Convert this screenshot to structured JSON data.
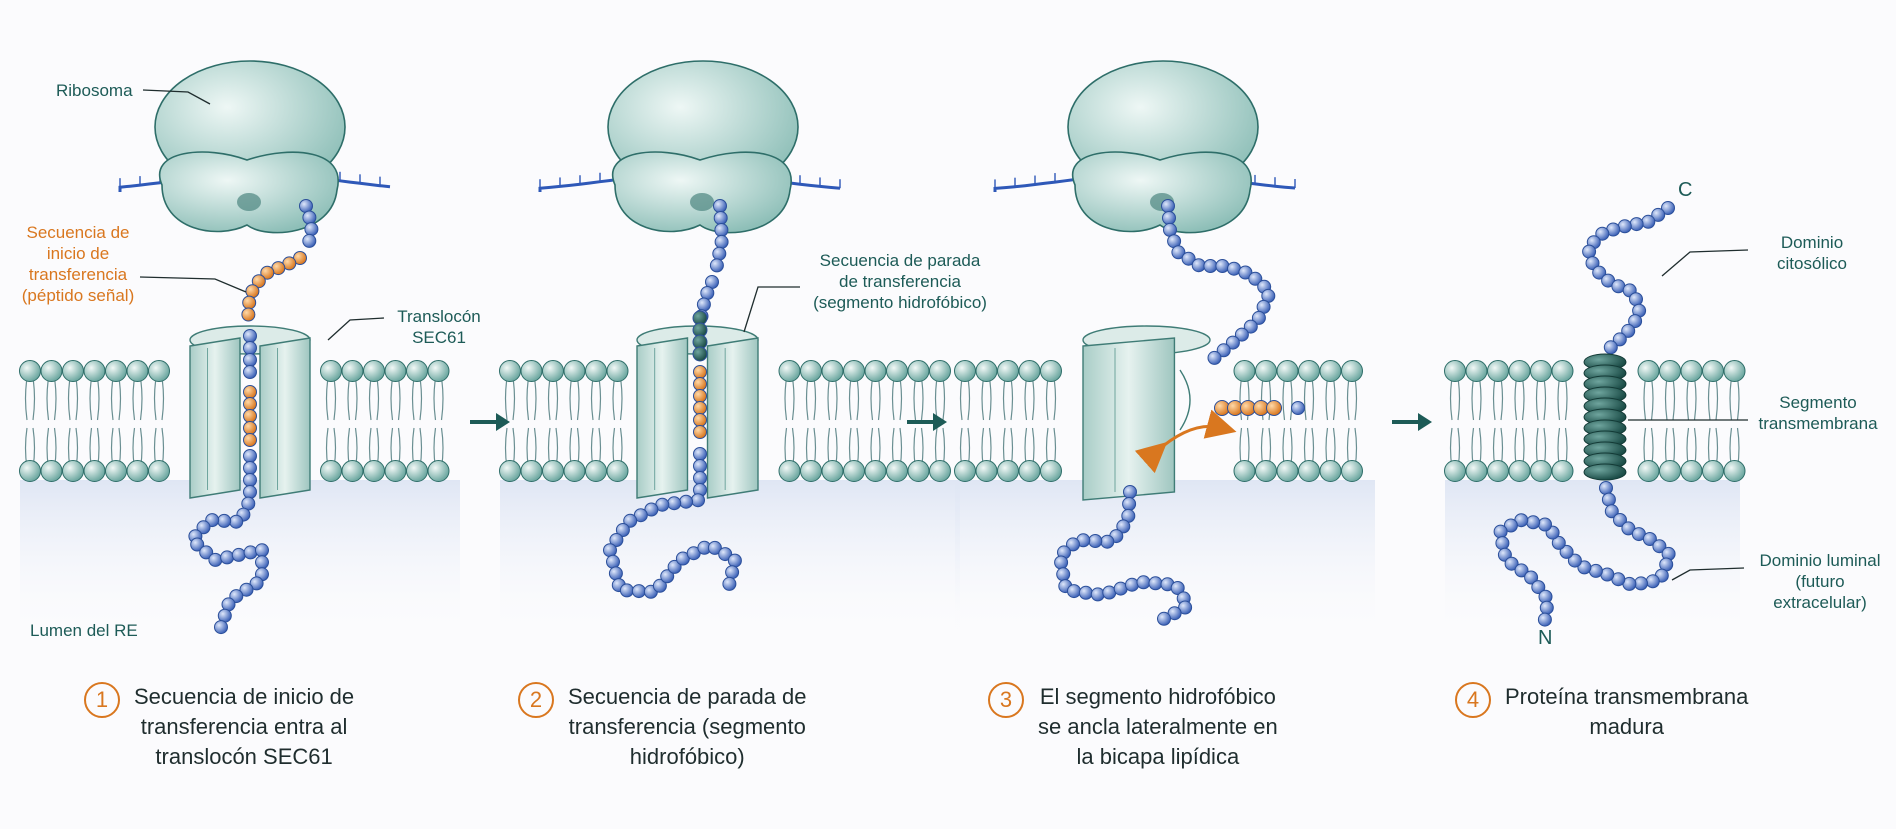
{
  "colors": {
    "teal_dark": "#1d5b57",
    "teal": "#5a9c96",
    "teal_light": "#cfe5e0",
    "bead_blue": "#4f74c9",
    "orange": "#d9771f",
    "lumen": "#e4eaf6"
  },
  "panel1": {
    "ribosome": "Ribosoma",
    "signal_label": [
      "Secuencia de",
      "inicio de",
      "transferencia",
      "(péptido señal)"
    ],
    "translocon_label": [
      "Translocón",
      "SEC61"
    ],
    "lumen_label": "Lumen del RE"
  },
  "panel2": {
    "stop_label": [
      "Secuencia de parada",
      "de transferencia",
      "(segmento hidrofóbico)"
    ]
  },
  "panel4": {
    "c_label": "C",
    "n_label": "N",
    "cytosolic_label": [
      "Dominio",
      "citosólico"
    ],
    "tm_label": [
      "Segmento",
      "transmembrana"
    ],
    "luminal_label": [
      "Dominio luminal",
      "(futuro",
      "extracelular)"
    ]
  },
  "steps": [
    {
      "num": "1",
      "lines": [
        "Secuencia de inicio de",
        "transferencia entra al",
        "translocón SEC61"
      ]
    },
    {
      "num": "2",
      "lines": [
        "Secuencia de parada de",
        "transferencia (segmento",
        "hidrofóbico)"
      ]
    },
    {
      "num": "3",
      "lines": [
        "El segmento hidrofóbico",
        "se ancla lateralmente en",
        "la bicapa lipídica"
      ]
    },
    {
      "num": "4",
      "lines": [
        "Proteína transmembrana",
        "madura"
      ]
    }
  ]
}
